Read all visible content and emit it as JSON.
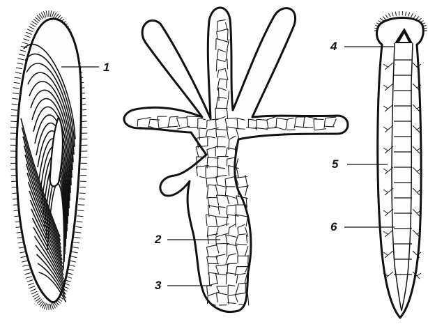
{
  "figure": {
    "labels": [
      {
        "id": "1",
        "text": "1"
      },
      {
        "id": "2",
        "text": "2"
      },
      {
        "id": "3",
        "text": "3"
      },
      {
        "id": "4",
        "text": "4"
      },
      {
        "id": "5",
        "text": "5"
      },
      {
        "id": "6",
        "text": "6"
      }
    ]
  },
  "colors": {
    "ink": "#111111",
    "paper": "#ffffff"
  }
}
